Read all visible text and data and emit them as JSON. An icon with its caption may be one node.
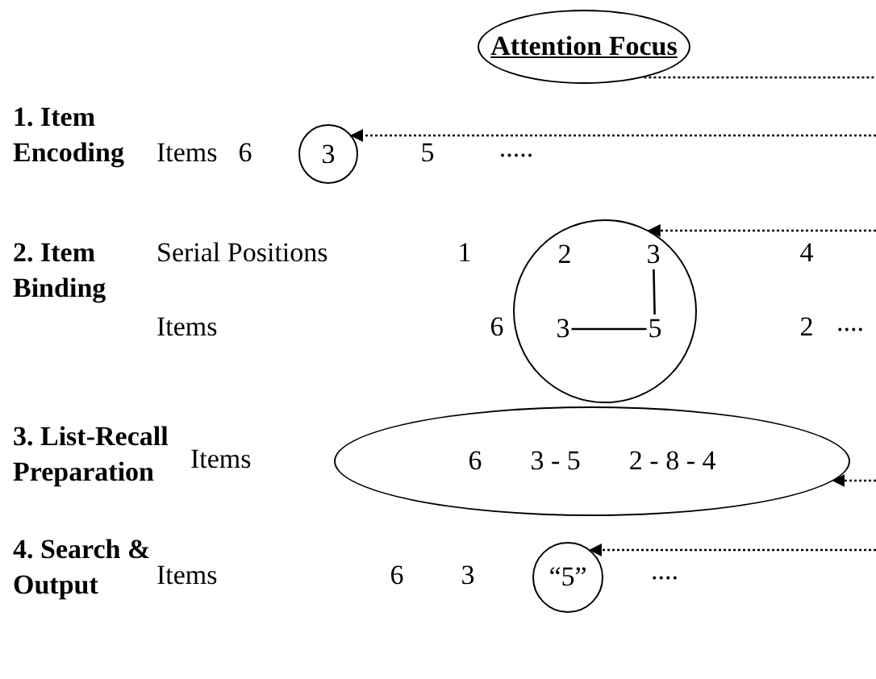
{
  "diagram": {
    "nodes": [
      {
        "text": [
          "Attention Focus"
        ]
      },
      {
        "text": [
          "3"
        ]
      },
      {
        "text": [],
        "shape": "circle"
      },
      {
        "text": [
          "2"
        ],
        "in": 2
      },
      {
        "text": [
          "3"
        ],
        "in": 2
      },
      {
        "text": [
          "3"
        ],
        "in": 2
      },
      {
        "text": [
          "5"
        ],
        "in": 2
      },
      {
        "text": [
          "6",
          "3 - 5",
          "2 - 8 - 4"
        ]
      },
      {
        "text": [
          "“5”"
        ]
      }
    ],
    "edges": [
      {
        "from": 0,
        "to": null,
        "arrow": "none",
        "style": "dashed"
      },
      {
        "from": null,
        "to": 1,
        "arrow": "to",
        "style": "dashed"
      },
      {
        "from": null,
        "to": 2,
        "arrow": "to",
        "style": "dashed"
      },
      {
        "from": null,
        "to": 7,
        "arrow": "to",
        "style": "dashed"
      },
      {
        "from": null,
        "to": 8,
        "arrow": "to",
        "style": "dashed"
      },
      {
        "from": 4,
        "to": 6,
        "arrow": "none"
      },
      {
        "from": 5,
        "to": 6,
        "arrow": "none"
      }
    ],
    "labels": [
      "1. Item Encoding",
      "Items",
      "6",
      "5",
      ".....",
      "2. Item Binding",
      "Serial Positions",
      "1",
      "4",
      "Items",
      "6",
      "2",
      "....",
      "3. List-Recall Preparation",
      "Items",
      "4. Search & Output",
      "Items",
      "6",
      "3",
      "...."
    ]
  }
}
